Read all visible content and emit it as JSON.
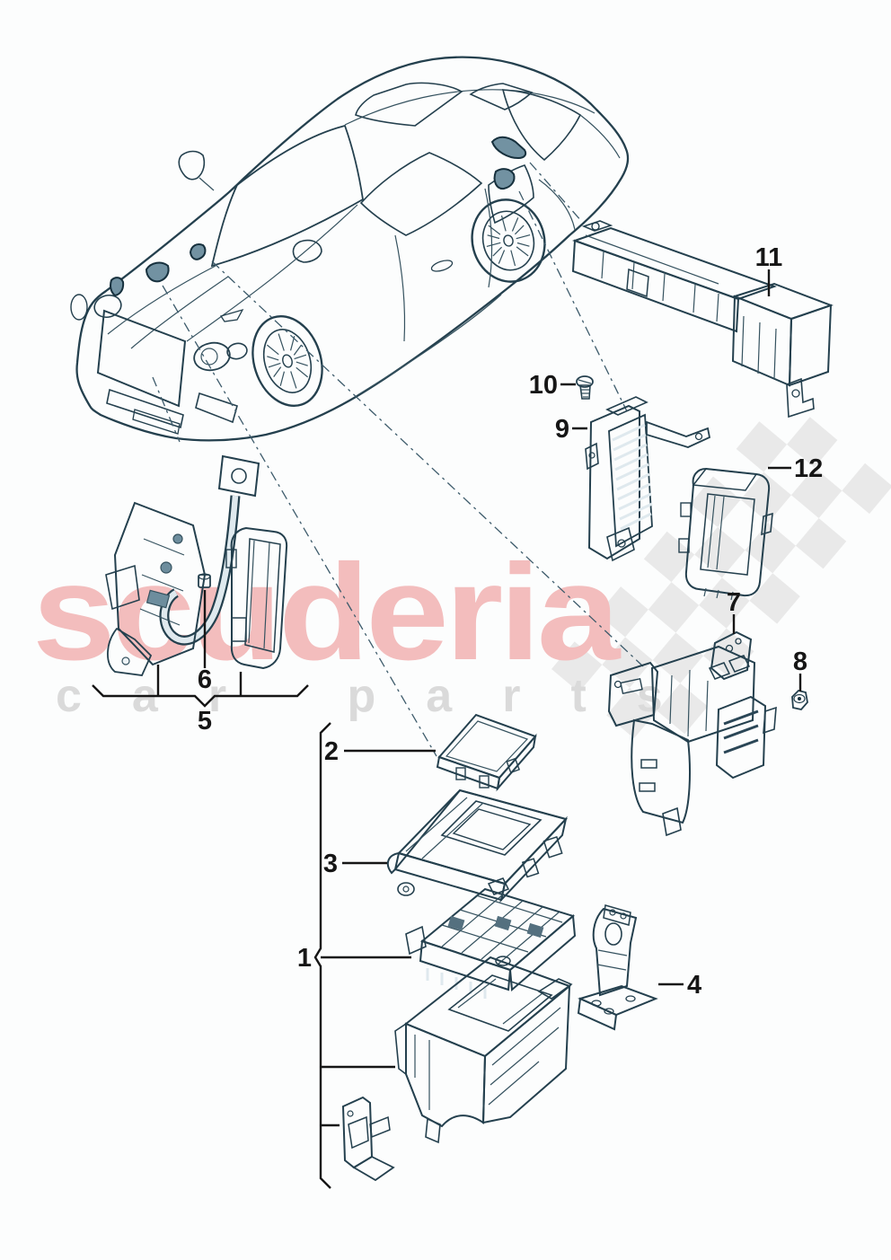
{
  "watermark": {
    "brand": "scuderia",
    "subtitle": "car parts",
    "brand_color": "#f3bdbd",
    "subtitle_color": "#dadada",
    "checker_color": "#e9e9e9"
  },
  "callouts": {
    "c1": "1",
    "c2": "2",
    "c3": "3",
    "c4": "4",
    "c5": "5",
    "c6": "6",
    "c7": "7",
    "c8": "8",
    "c9": "9",
    "c10": "10",
    "c11": "11",
    "c12": "12"
  },
  "colors": {
    "background": "#fcfdfd",
    "outline": "#24404e",
    "part_light": "#e2ebf0",
    "part_mid": "#9db5c1",
    "part_dark": "#6d8d9d",
    "part_darker": "#54707f",
    "highlight_spot": "#7292a2",
    "leader_line": "#3d5b6b",
    "label_text": "#161616"
  }
}
